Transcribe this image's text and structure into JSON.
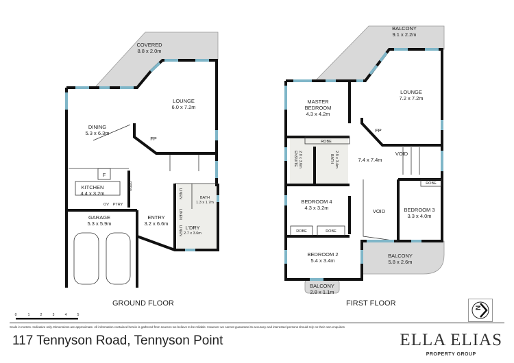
{
  "ground_floor": {
    "title": "GROUND FLOOR",
    "rooms": {
      "covered": {
        "name": "COVERED",
        "size": "8.8 x 2.0m"
      },
      "lounge": {
        "name": "LOUNGE",
        "size": "6.0 x 7.2m"
      },
      "dining": {
        "name": "DINING",
        "size": "5.3 x 6.3m"
      },
      "fp": "FP",
      "kitchen": {
        "name": "KITCHEN",
        "size": "4.4 x 3.2m"
      },
      "fridge": "F",
      "ov": "OV",
      "ptry1": "PTRY",
      "ptry2": "PTRY",
      "garage": {
        "name": "GARAGE",
        "size": "5.3 x 5.9m"
      },
      "entry": {
        "name": "ENTRY",
        "size": "3.2 x 6.6m"
      },
      "bath": {
        "name": "BATH",
        "size": "1.3 x 1.7m"
      },
      "laundry": {
        "name": "L'DRY",
        "size": "2.7 x 3.6m"
      },
      "linen1": "LINEN",
      "linen2": "LINEN",
      "linen3": "LINEN"
    }
  },
  "first_floor": {
    "title": "FIRST FLOOR",
    "rooms": {
      "balcony_top": {
        "name": "BALCONY",
        "size": "9.1 x 2.2m"
      },
      "lounge": {
        "name": "LOUNGE",
        "size": "7.2 x 7.2m"
      },
      "master": {
        "name1": "MASTER",
        "name2": "BEDROOM",
        "size": "4.3 x 4.2m"
      },
      "fp": "FP",
      "void1": "VOID",
      "void2": "VOID",
      "robe_master": "ROBE",
      "ensuite": {
        "name": "ENSUITE",
        "size": "2.0 x 3.6m"
      },
      "bath": {
        "name": "BATH",
        "size": "2.9 x 3.4m"
      },
      "hall": "7.4 x 7.4m",
      "bedroom4": {
        "name": "BEDROOM 4",
        "size": "4.3 x 3.2m"
      },
      "robe_b4a": "ROBE",
      "robe_b4b": "ROBE",
      "bedroom3": {
        "name": "BEDROOM 3",
        "size": "3.3 x 4.0m"
      },
      "robe_b3": "ROBE",
      "bedroom2": {
        "name": "BEDROOM 2",
        "size": "5.4 x 3.4m"
      },
      "balcony_right": {
        "name": "BALCONY",
        "size": "5.8 x 2.6m"
      },
      "balcony_small": {
        "name": "BALCONY",
        "size": "2.8 x 1.1m"
      }
    }
  },
  "scale": {
    "ticks": [
      "0",
      "1",
      "2",
      "3",
      "4",
      "5"
    ]
  },
  "disclaimer": "Scale in metres. Indicative only. Dimensions are approximate. All information contained herein is gathered from sources we believe to be reliable. However we cannot guarantee its accuracy and interested persons should rely on their own enquiries",
  "address": "117 Tennyson Road, Tennyson Point",
  "brand": {
    "name": "ELLA ELIAS",
    "sub": "PROPERTY GROUP"
  },
  "compass_icon": "north-arrow",
  "colors": {
    "window": "#7fb6c8",
    "outdoor": "#d9d9d9",
    "wall": "#111111"
  }
}
